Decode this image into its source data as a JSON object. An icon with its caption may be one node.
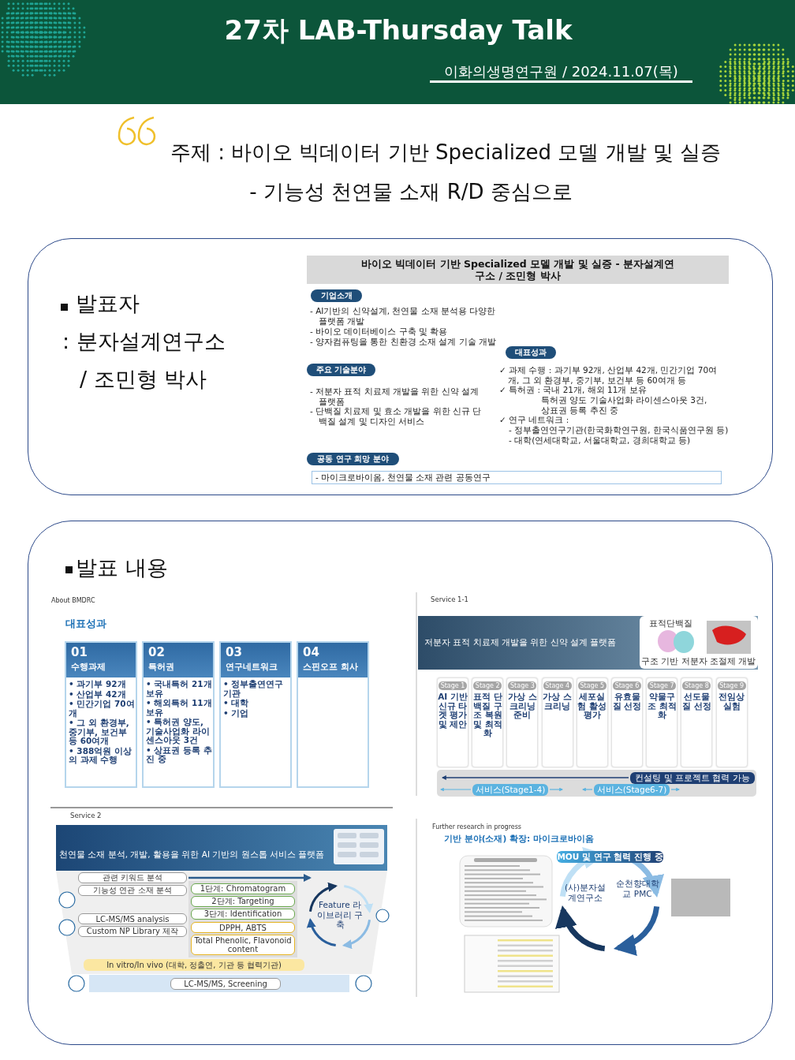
{
  "diagram": {
    "title": "27차 LAB-Thursday Talk",
    "nodes": [
      {
        "text": [
          "발표자",
          ": 분자설계연구소",
          "/ 조민형 박사"
        ]
      },
      {
        "text": [
          "바이오 빅데이터 기반 Specialized 모델 개발 및 실증 - 분자설계연구소 / 조민형 박사"
        ],
        "in": 0
      },
      {
        "text": [
          "기업소개"
        ],
        "in": 0
      },
      {
        "text": [
          "주요 기술분야"
        ],
        "in": 0
      },
      {
        "text": [
          "대표성과"
        ],
        "in": 0
      },
      {
        "text": [
          "공동 연구 희망 분야"
        ],
        "in": 0
      },
      {
        "text": [
          "- 마이크로바이옴, 천연물 소재 관련 공동연구"
        ],
        "in": 0
      },
      {
        "text": [
          "발표 내용"
        ]
      },
      {
        "text": [
          "About BMDRC",
          "대표성과"
        ],
        "in": 7
      },
      {
        "text": [
          "01",
          "수행과제",
          "• 과기부 92개",
          "• 산업부 42개",
          "• 민간기업 70여개",
          "• 그 외 환경부, 중기부, 보건부 등 60여개",
          "• 388억원 이상의 과제 수행"
        ],
        "in": 8
      },
      {
        "text": [
          "02",
          "특허권",
          "• 국내특허 21개 보유",
          "• 해외특허 11개 보유",
          "• 특허권 양도, 기술사업화 라이센스아웃 3건",
          "• 상표권 등록 추진 중"
        ],
        "in": 8
      },
      {
        "text": [
          "03",
          "연구네트워크",
          "• 정부출연연구기관",
          "• 대학",
          "• 기업"
        ],
        "in": 8
      },
      {
        "text": [
          "04",
          "스핀오프 회사"
        ],
        "in": 8
      },
      {
        "text": [
          "Service 1-1",
          "저분자 표적 치료제 개발을 위한 신약 설계 플랫폼",
          "표적단백질",
          "구조 기반 저분자 조절제 개발",
          "컨설팅 및 프로젝트 협력 가능",
          "서비스(Stage1-4)",
          "서비스(Stage6-7)"
        ],
        "in": 7
      },
      {
        "text": [
          "Stage 1",
          "AI 기반 신규 타겟 평가 및 제안"
        ],
        "in": 13
      },
      {
        "text": [
          "Stage 2",
          "표적 단백질 구조 복원 및 최적화"
        ],
        "in": 13
      },
      {
        "text": [
          "Stage 3",
          "가상 스크리닝 준비"
        ],
        "in": 13
      },
      {
        "text": [
          "Stage 4",
          "가상 스크리닝"
        ],
        "in": 13
      },
      {
        "text": [
          "Stage 5",
          "세포실험 활성평가"
        ],
        "in": 13
      },
      {
        "text": [
          "Stage 6",
          "유효물질 선정"
        ],
        "in": 13
      },
      {
        "text": [
          "Stage 7",
          "약물구조 최적화"
        ],
        "in": 13
      },
      {
        "text": [
          "Stage 8",
          "선도물질 선정"
        ],
        "in": 13
      },
      {
        "text": [
          "Stage 9",
          "전임상 실험"
        ],
        "in": 13
      },
      {
        "text": [
          "Service 2",
          "천연물 소재 분석, 개발, 활용을 위한 AI 기반의 원스톱 서비스 플랫폼",
          "관련 키워드 분석",
          "기능성 연관 소재 분석",
          "LC-MS/MS analysis",
          "Custom NP Library 제작",
          "1단계: Chromatogram",
          "2단계: Targeting",
          "3단계: Identification",
          "DPPH, ABTS",
          "Total Phenolic, Flavonoid content",
          "Feature 라이브러리 구축",
          "In vitro/In vivo (대학, 정출연, 기관 등 협력기관)",
          "LC-MS/MS, Screening"
        ],
        "in": 7
      },
      {
        "text": [
          "Further research in progress",
          "기반 분야(소재) 확장: 마이크로바이옴",
          "MOU 및 연구 협력 진행 중",
          "(사)분자설계연구소",
          "순천향대학교 PMC"
        ],
        "in": 7
      }
    ],
    "labels": [
      "이화의생명연구원   / 2024.11.07(목)",
      "주제 : 바이오 빅데이터 기반 Specialized 모델 개발 및 실증",
      "- 기능성 천연물 소재 R/D 중심으로",
      "- AI기반의 신약설계, 천연물 소재 분석용 다양한 플랫폼 개발",
      "- 바이오 데이터베이스 구축 및 확용",
      "- 양자컴퓨팅을 통한 친환경 소재 설계 기술 개발",
      "- 저분자 표적 치료제 개발을 위한 신약 설계 플랫폼",
      "- 단백질 치료제 및 효소 개발을 위한 신규 단백질 설계 및 디자인 서비스",
      "✓ 과제 수행 : 과기부 92개, 산업부 42개, 민간기업 70여개, 그 외 환경부, 중기부, 보건부 등 60여개 등",
      "✓ 특허권 : 국내 21개, 해외 11개 보유",
      "특허권 양도 기술사업화 라이센스아웃 3건,",
      "상표권 등록 추진 중",
      "✓ 연구 네트워크 :",
      "- 정부출연연구기관(한국화학연구원, 한국식품연구원 등)",
      "- 대학(연세대학교, 서울대학교, 경희대학교 등)"
    ]
  }
}
